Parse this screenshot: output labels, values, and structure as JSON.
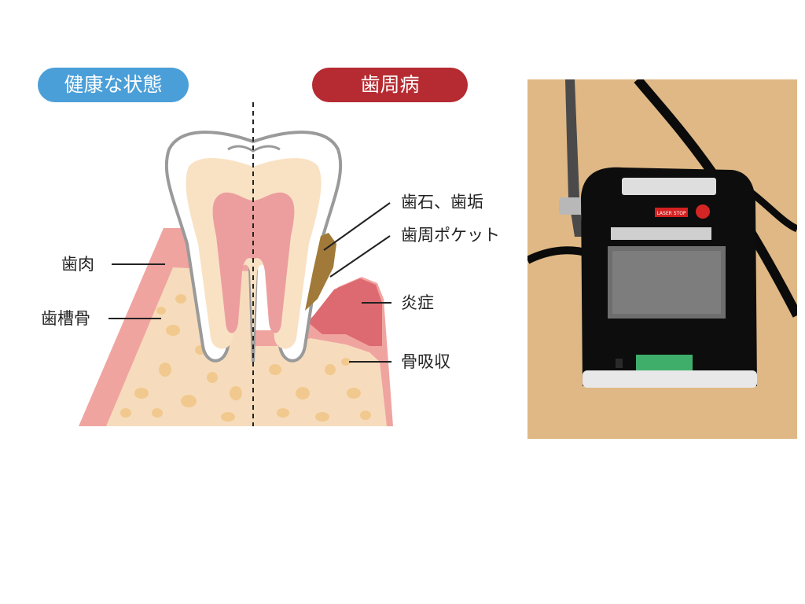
{
  "colors": {
    "healthy_pill": "#4a9fd8",
    "disease_pill": "#b52b31",
    "gum": "#f0a4a0",
    "bone": "#f6dcbc",
    "bone_spots": "#f1c98e",
    "dentin": "#f9e2c3",
    "pulp": "#ec9e9f",
    "enamel": "#ffffff",
    "enamel_outline": "#9a9a9a",
    "calculus": "#a17a3a",
    "inflamed_gum": "#de6a71",
    "desk": "#dfb885"
  },
  "headers": {
    "healthy": "健康な状態",
    "periodontal": "歯周病"
  },
  "labels": {
    "gum": "歯肉",
    "alveolar_bone": "歯槽骨",
    "calculus": "歯石、歯垢",
    "pocket": "歯周ポケット",
    "inflammation": "炎症",
    "bone_resorption": "骨吸収"
  },
  "photo": {
    "subject": "laser dental device",
    "device_label": "LASER STOP"
  }
}
